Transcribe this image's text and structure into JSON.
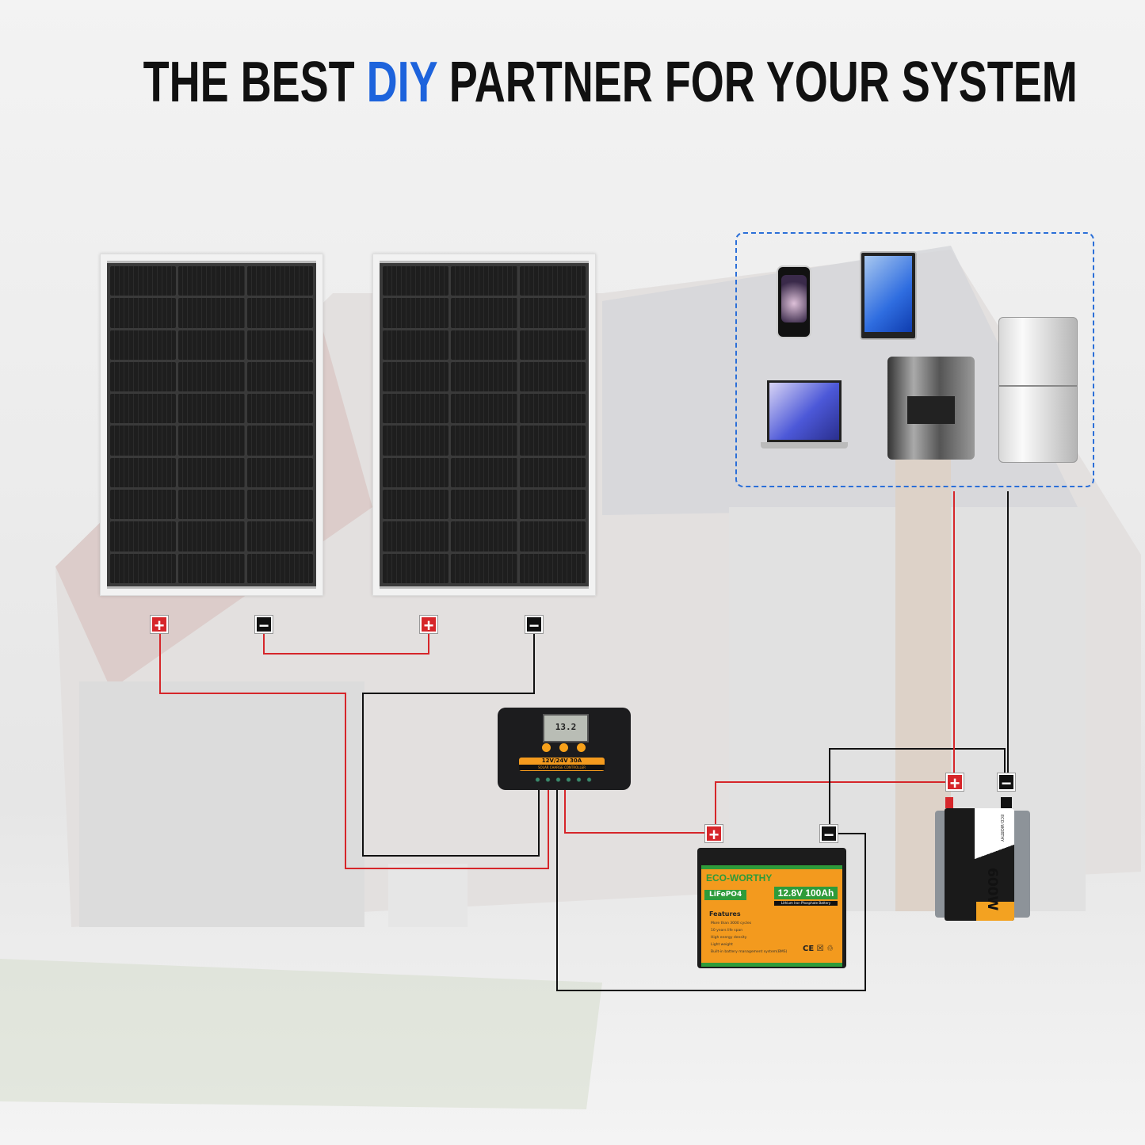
{
  "title": {
    "pre": "THE BEST ",
    "highlight": "DIY",
    "post": " PARTNER FOR YOUR SYSTEM",
    "highlight_color": "#1d63dc"
  },
  "terminals": {
    "positive": "+",
    "negative": "−"
  },
  "controller": {
    "display": "13.2",
    "rating": "12V/24V 30A",
    "subtitle": "SOLAR CHARGE CONTROLLER"
  },
  "battery": {
    "brand": "ECO-WORTHY",
    "chem": "LiFePO4",
    "rating": "12.8V 100Ah",
    "type": "Lithium Iron Phosphate Battery",
    "features_title": "Features",
    "features": [
      "More than 3000 cycles",
      "10 years life span",
      "High energy density",
      "Light weight",
      "Built-in battery management system(BMS)"
    ],
    "marks": "CE ☒ ♲"
  },
  "inverter": {
    "brand": "ECO-WORTHY",
    "power": "600W"
  },
  "loads": [
    "phone",
    "tablet",
    "laptop",
    "coffee-machine",
    "refrigerator"
  ],
  "colors": {
    "positive_wire": "#d6262a",
    "negative_wire": "#111111",
    "orange": "#f39a1e",
    "green": "#2e9b3a"
  }
}
